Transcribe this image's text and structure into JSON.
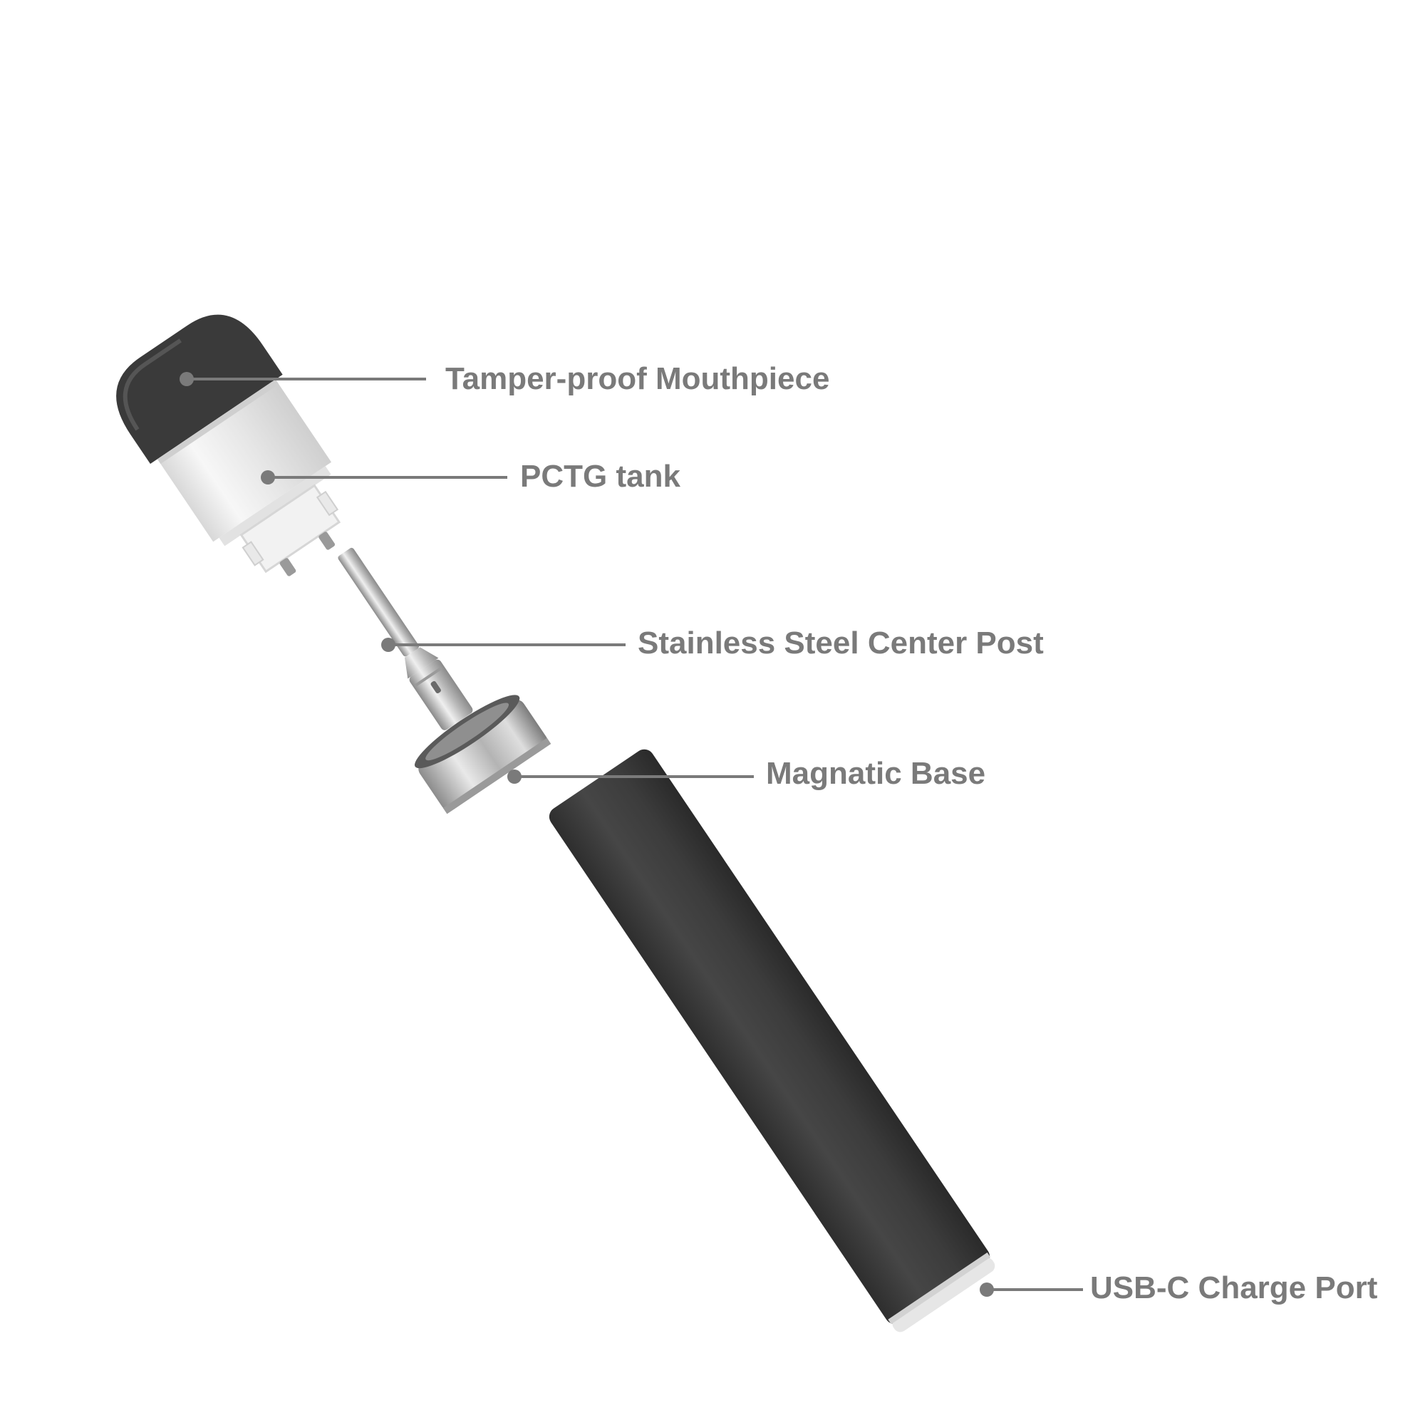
{
  "callouts": [
    {
      "id": "mouthpiece",
      "label": "Tamper-proof Mouthpiece"
    },
    {
      "id": "tank",
      "label": "PCTG tank"
    },
    {
      "id": "post",
      "label": "Stainless Steel Center Post"
    },
    {
      "id": "base",
      "label": "Magnatic Base"
    },
    {
      "id": "usb",
      "label": "USB-C Charge Port"
    }
  ],
  "colors": {
    "label_text": "#7a7a7a",
    "leader_line": "#7a7a7a",
    "device_body": "#3c3c3c",
    "metal": "#c8c8c8",
    "tank_clear": "#eeeeee"
  }
}
